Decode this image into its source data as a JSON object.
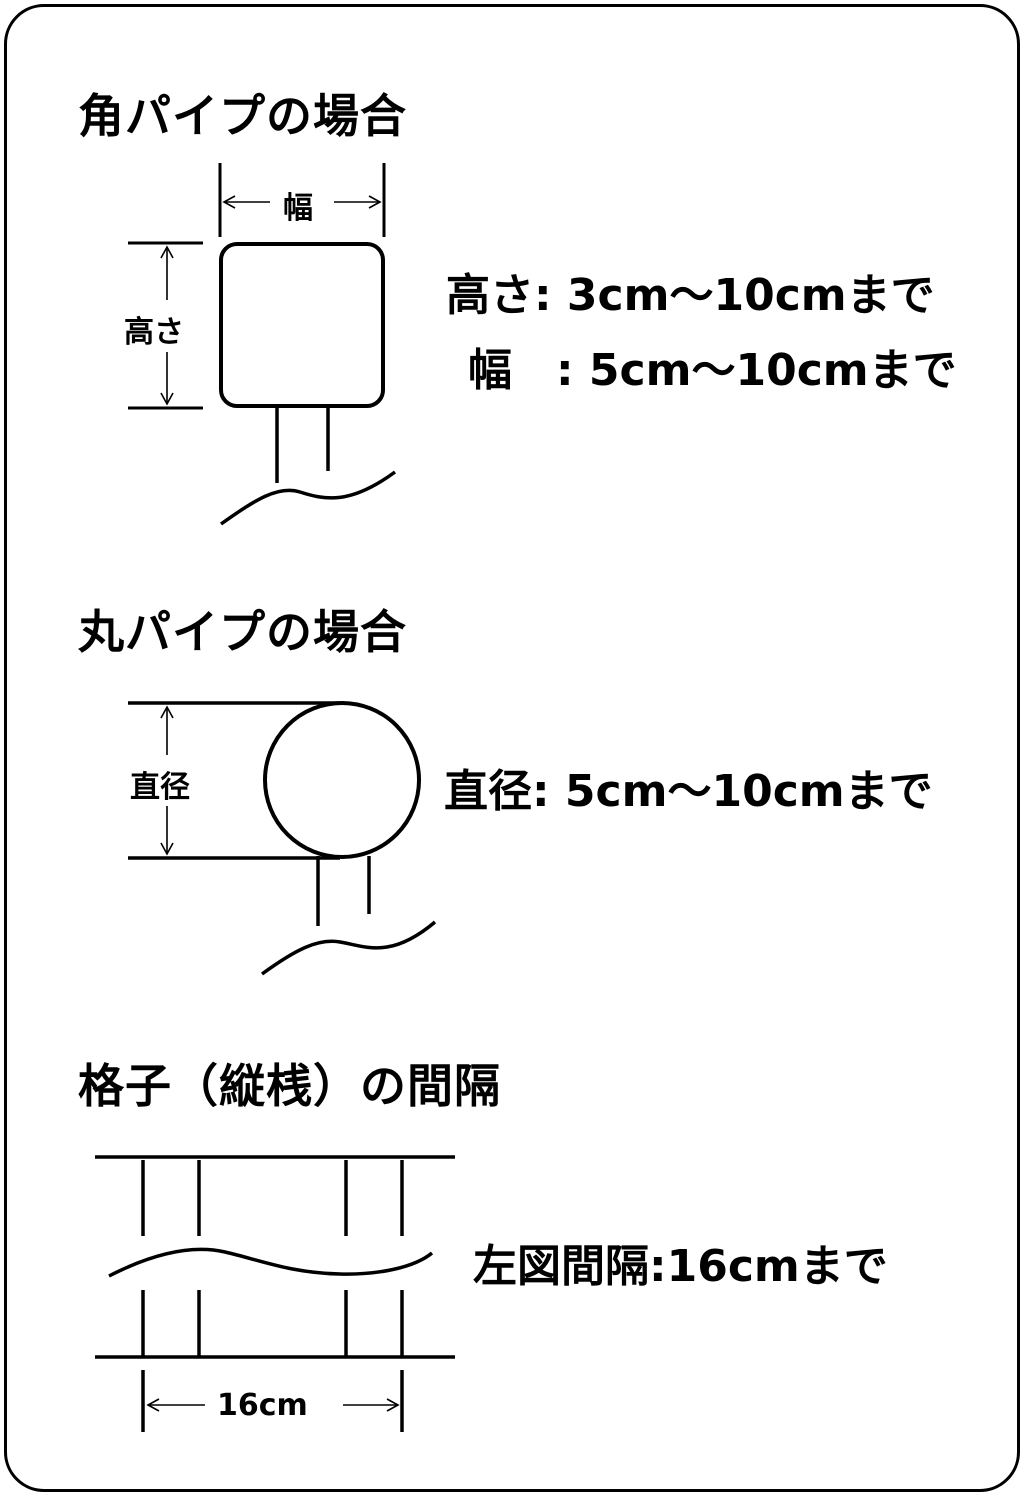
{
  "square_pipe": {
    "heading": "角パイプの場合",
    "label_width": "幅",
    "label_height": "高さ",
    "spec_height": "高さ: 3cm～10cmまで",
    "spec_width": "幅　: 5cm～10cmまで"
  },
  "round_pipe": {
    "heading": "丸パイプの場合",
    "label_diameter": "直径",
    "spec_diameter": "直径: 5cm～10cmまで"
  },
  "lattice": {
    "heading": "格子（縦桟）の間隔",
    "label_spacing": "16cm",
    "spec_spacing": "左図間隔:16cmまで"
  }
}
